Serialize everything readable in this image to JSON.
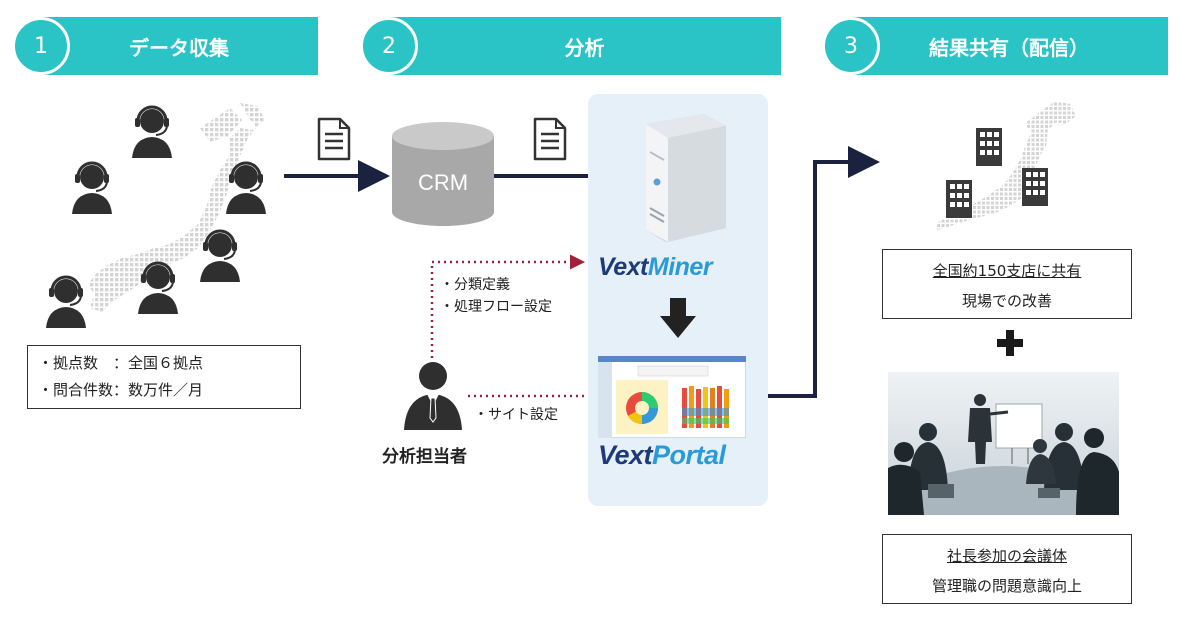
{
  "steps": [
    {
      "number": "1",
      "title": "データ収集"
    },
    {
      "number": "2",
      "title": "分析"
    },
    {
      "number": "3",
      "title": "結果共有（配信）"
    }
  ],
  "collection_box": {
    "line1": "・拠点数　：全国６拠点",
    "line2": "・問合件数：数万件／月"
  },
  "crm_label": "CRM",
  "analyst": {
    "label": "分析担当者",
    "task1_line1": "・分類定義",
    "task1_line2": "・処理フロー設定",
    "task2": "・サイト設定"
  },
  "products": {
    "miner": {
      "word1": "Vext",
      "word2": "Miner"
    },
    "portal": {
      "word1": "Vext",
      "word2": "Portal"
    }
  },
  "share_box": {
    "line1": "全国約150支店に共有",
    "line2": "現場での改善"
  },
  "plus_symbol": "+",
  "exec_box": {
    "line1": "社長参加の会議体",
    "line2": "管理職の問題意識向上"
  },
  "colors": {
    "teal": "#2ac4c6",
    "navy_arrow": "#1a2240",
    "dotted": "#a3203a",
    "panel": "#e6f0f8"
  },
  "icons": [
    "headset-operator-icon",
    "japan-map-icon",
    "document-icon",
    "database-icon",
    "server-icon",
    "down-arrow-icon",
    "dashboard-screenshot",
    "businessman-icon",
    "building-icon",
    "plus-icon",
    "meeting-photo"
  ]
}
